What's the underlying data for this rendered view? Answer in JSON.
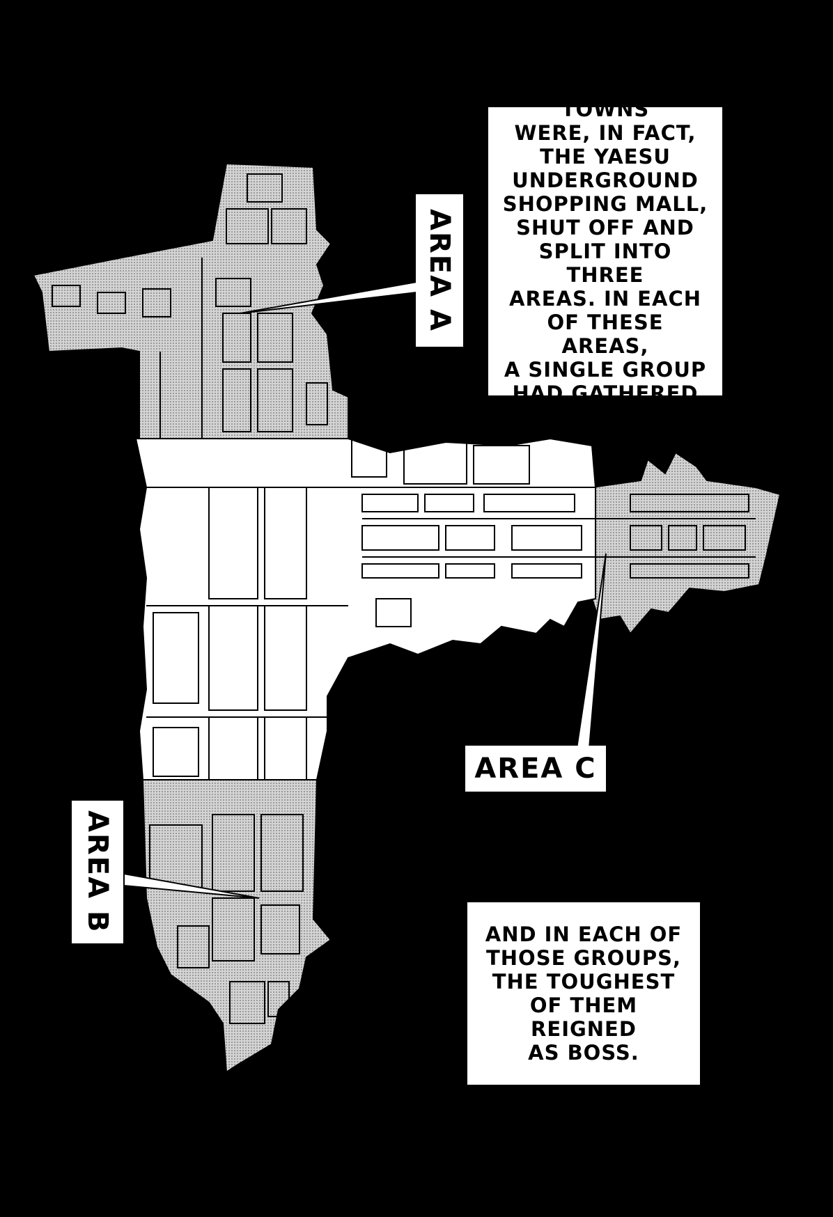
{
  "narration_top": "THE HELL TOWNS\nWERE, IN FACT,\nTHE YAESU\nUNDERGROUND\nSHOPPING MALL,\nSHUT OFF AND\nSPLIT INTO THREE\nAREAS. IN EACH\nOF THESE AREAS,\nA SINGLE GROUP\nHAD GATHERED\nTOGETHER.",
  "narration_bottom": "AND IN EACH OF\nTHOSE GROUPS,\nTHE TOUGHEST\nOF THEM REIGNED\nAS BOSS.",
  "labels": {
    "area_a": "AREA A",
    "area_b": "AREA B",
    "area_c": "AREA C"
  },
  "colors": {
    "background": "#000000",
    "map_shaded": "#c8c8c8",
    "map_white": "#ffffff",
    "lines": "#000000"
  }
}
